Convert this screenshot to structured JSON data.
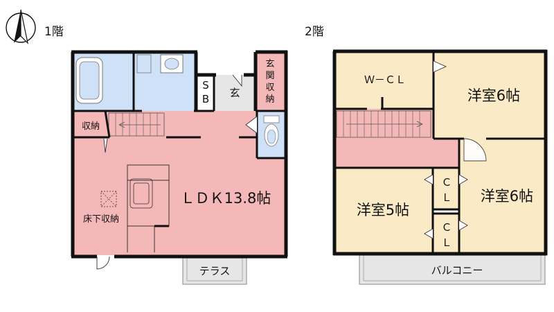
{
  "colors": {
    "ldk": "#f4b8b8",
    "hall": "#f4b8b8",
    "bedroom": "#fbeac6",
    "wet": "#cfe1f6",
    "entrance": "#e6e6e6",
    "storage_pink": "#f4b8b8",
    "terrace": "#e6e6e6",
    "wall": "#111111",
    "stair": "#f4b8b8"
  },
  "compass": {
    "icon": "north-arrow-icon"
  },
  "floor1": {
    "title": "1階",
    "rooms": {
      "sb": [
        "S",
        "B"
      ],
      "genkan": "玄",
      "genkan_storage": [
        "玄",
        "関",
        "収",
        "納"
      ],
      "storage": "収納",
      "underfloor": "床下収納",
      "ldk": "ＬＤＫ13.8帖",
      "terrace": "テラス"
    }
  },
  "floor2": {
    "title": "2階",
    "rooms": {
      "wcl": "Ｗ－ＣＬ",
      "western1": "洋室6帖",
      "western2": "洋室5帖",
      "western3": "洋室6帖",
      "cl1": [
        "Ｃ",
        "Ｌ"
      ],
      "cl2": [
        "Ｃ",
        "Ｌ"
      ],
      "balcony": "バルコニー"
    }
  }
}
